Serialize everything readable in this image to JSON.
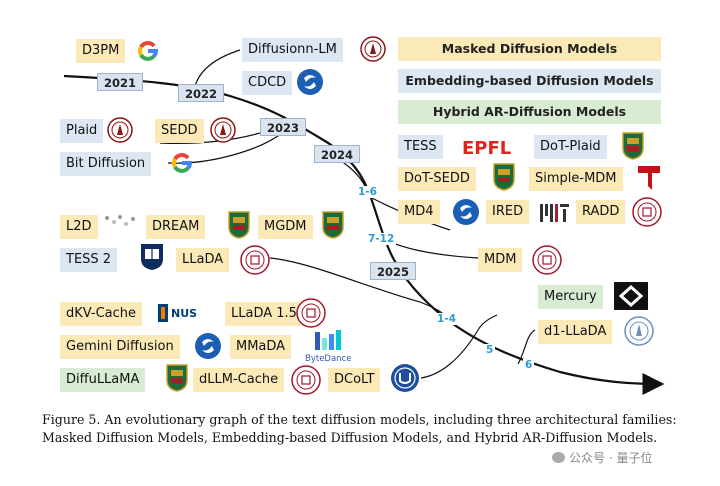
{
  "legend": {
    "masked": "Masked Diffusion Models",
    "embedding": "Embedding-based Diffusion Models",
    "hybrid": "Hybrid AR-Diffusion Models"
  },
  "years": {
    "y2021": "2021",
    "y2022": "2022",
    "y2023": "2023",
    "y2024": "2024",
    "y2025": "2025"
  },
  "month_labels": {
    "m1": "1-6",
    "m2": "7-12",
    "m3": "1-4",
    "m4": "5",
    "m5": "6"
  },
  "models": {
    "d3pm": "D3PM",
    "diffusionn_lm": "Diffusionn-LM",
    "cdcd": "CDCD",
    "plaid": "Plaid",
    "sedd": "SEDD",
    "bit_diffusion": "Bit Diffusion",
    "tess": "TESS",
    "dot_plaid": "DoT-Plaid",
    "dot_sedd": "DoT-SEDD",
    "simple_mdm": "Simple-MDM",
    "md4": "MD4",
    "ired": "IRED",
    "radd": "RADD",
    "l2d": "L2D",
    "dream": "DREAM",
    "mgdm": "MGDM",
    "tess2": "TESS 2",
    "llada": "LLaDA",
    "mdm": "MDM",
    "mercury": "Mercury",
    "dkv_cache": "dKV-Cache",
    "llada15": "LLaDA 1.5",
    "d1_llada": "d1-LLaDA",
    "gemini_diffusion": "Gemini Diffusion",
    "mmada": "MMaDA",
    "diffullama": "DiffuLLaMA",
    "dllm_cache": "dLLM-Cache",
    "docolt": "DCoLT"
  },
  "logos": {
    "epfl": "EPFL",
    "nus": "NUS",
    "bytedance": "ByteDance"
  },
  "caption": "Figure 5.  An evolutionary graph of the text diffusion models, including three architectural families: Masked Diffusion Models, Embedding-based Diffusion Models, and Hybrid AR-Diffusion Models.",
  "watermark": "公众号 · 量子位",
  "colors": {
    "masked": "#fbeab8",
    "embedding": "#dde6f3",
    "hybrid": "#d8ecd3",
    "month": "#2a9bd4",
    "timeline": "#111111"
  }
}
